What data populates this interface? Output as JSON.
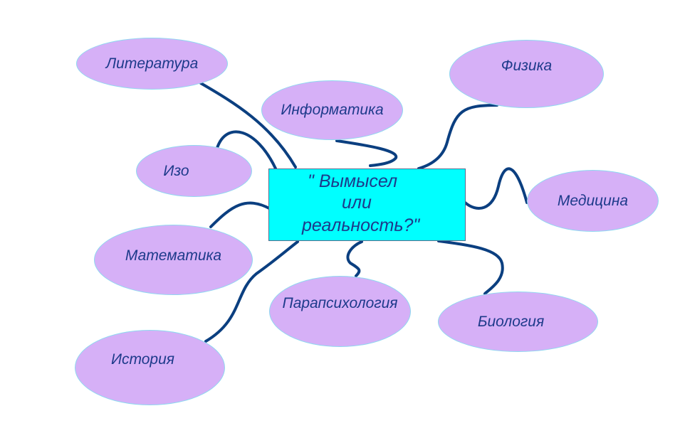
{
  "center": {
    "line1": "\" Вымысел",
    "line2": "или",
    "line3": "реальность?\""
  },
  "nodes": {
    "literatura": "Литература",
    "fizika": "Физика",
    "informatika": "Информатика",
    "izo": "Изо",
    "medicina": "Медицина",
    "matematika": "Математика",
    "parapsihologiya": "Парапсихология",
    "biologiya": "Биология",
    "istoriya": "История"
  },
  "colors": {
    "bubble_fill": "#d6b0f7",
    "bubble_border": "#8fd8f0",
    "center_fill": "#00ffff",
    "connector": "#0b3f80",
    "text": "#1d3a8a"
  }
}
